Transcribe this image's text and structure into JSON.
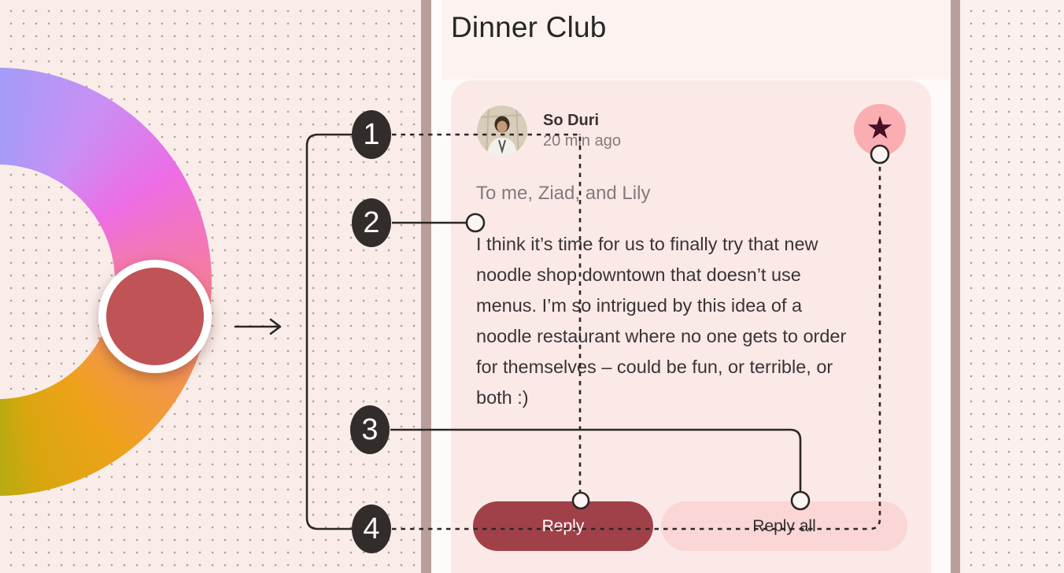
{
  "header": {
    "title": "Dinner Club"
  },
  "message_card": {
    "sender_name": "So Duri",
    "timestamp": "20 min ago",
    "avatar_icon": "avatar-photo",
    "star_icon": "star-icon",
    "star_glyph_char": "★",
    "recipients": "To me, Ziad, and Lily",
    "body_lines": [
      "I think it’s time for us to finally try that new",
      "noodle shop downtown that doesn’t use",
      "menus. I’m so intrigued by this idea of a",
      "noodle restaurant where no one gets to order",
      "for themselves – could be fun, or terrible, or",
      "both :)"
    ],
    "reply_label": "Reply",
    "reply_all_label": "Reply all"
  },
  "annotations": {
    "callouts": [
      {
        "label": "1"
      },
      {
        "label": "2"
      },
      {
        "label": "3"
      },
      {
        "label": "4"
      }
    ]
  },
  "colors": {
    "reply_button": "#A04149",
    "reply_all_button": "#FAD6D6",
    "star_badge_bg": "#FAAEB2",
    "star_glyph": "#451023",
    "card_bg": "#FBE9E7",
    "panel_bg": "#FDFAF9",
    "divider_bar": "#B89F9C",
    "callout_chip": "#322D2B",
    "left_background": "#FAEDE9",
    "right_background": "#FBF0ED"
  }
}
